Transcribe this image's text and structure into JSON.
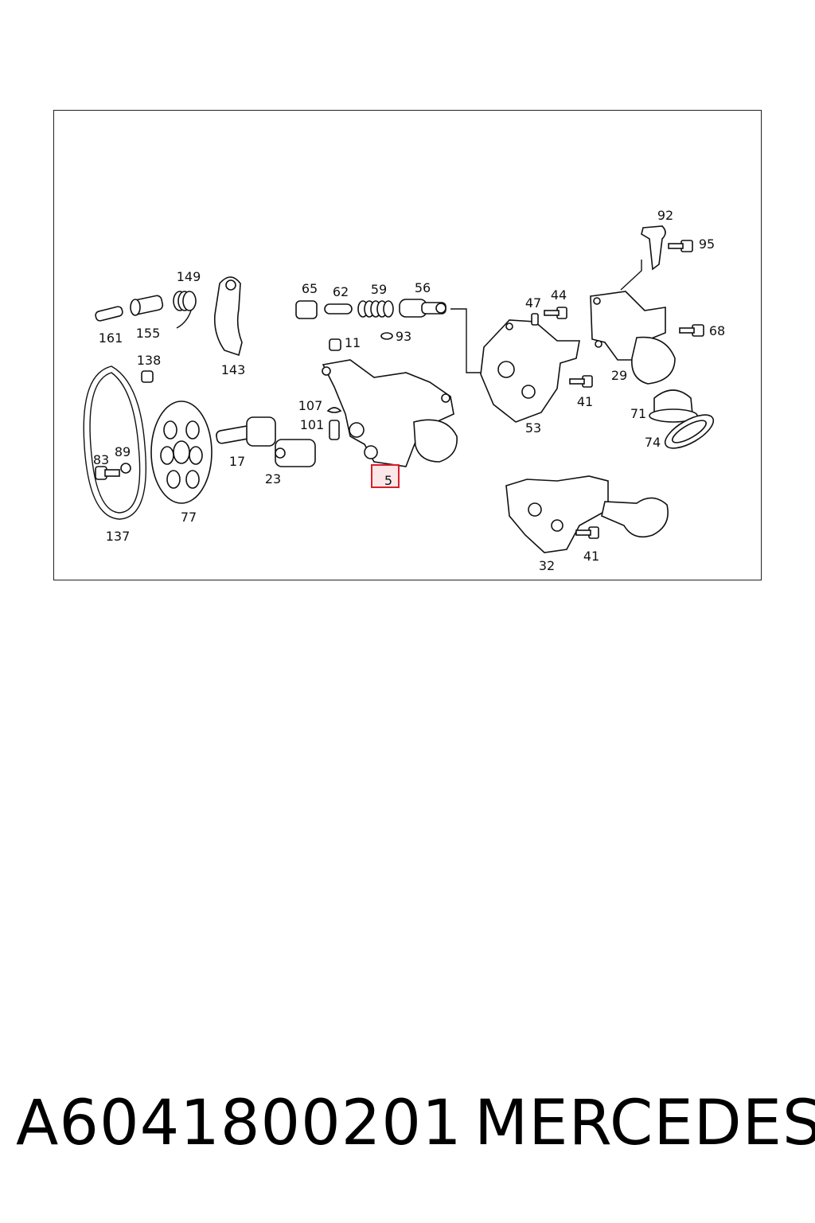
{
  "diagram": {
    "callouts": [
      "149",
      "65",
      "62",
      "59",
      "56",
      "161",
      "155",
      "143",
      "11",
      "93",
      "47",
      "44",
      "92",
      "95",
      "68",
      "138",
      "107",
      "101",
      "53",
      "41",
      "29",
      "71",
      "74",
      "17",
      "23",
      "83",
      "89",
      "5",
      "137",
      "77",
      "32",
      "41"
    ],
    "highlighted_callout": "5",
    "highlight_color": "#d81e2a"
  },
  "footer": {
    "part_number": "A6041800201",
    "brand": "MERCEDES"
  }
}
